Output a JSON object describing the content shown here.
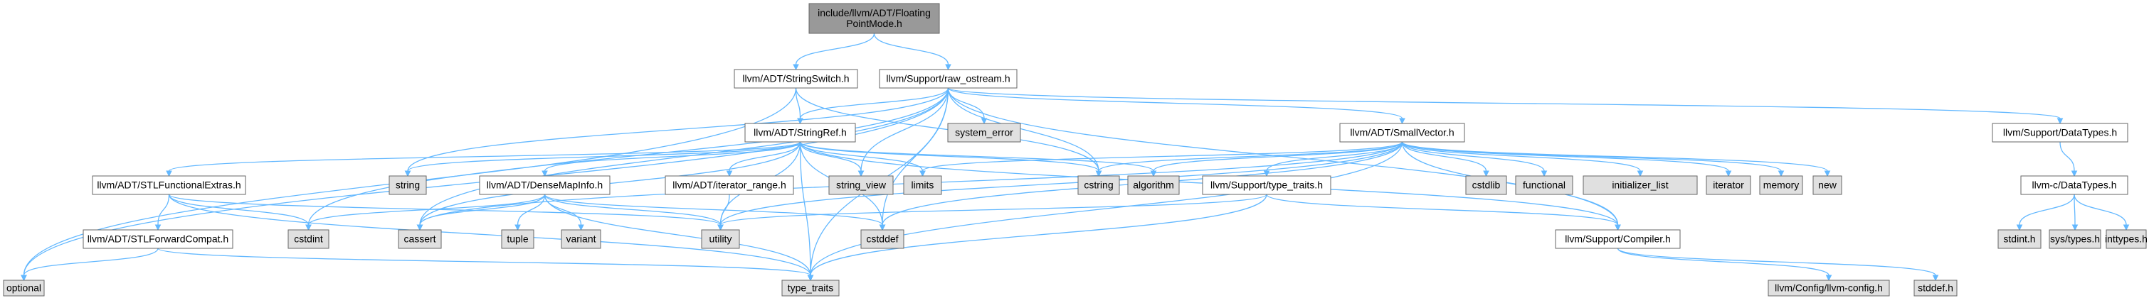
{
  "colors": {
    "root_fill": "#999999",
    "header_fill": "#ffffff",
    "system_fill": "#e0e0e0",
    "node_border": "#666666",
    "edge": "#63b8ff"
  },
  "nodes": [
    {
      "id": "root",
      "lines": [
        "include/llvm/ADT/Floating",
        "PointMode.h"
      ],
      "kind": "root"
    },
    {
      "id": "stringswitch",
      "lines": [
        "llvm/ADT/StringSwitch.h"
      ],
      "kind": "header"
    },
    {
      "id": "raw_ostream",
      "lines": [
        "llvm/Support/raw_ostream.h"
      ],
      "kind": "header"
    },
    {
      "id": "system_error",
      "lines": [
        "system_error"
      ],
      "kind": "system"
    },
    {
      "id": "stringref",
      "lines": [
        "llvm/ADT/StringRef.h"
      ],
      "kind": "header"
    },
    {
      "id": "smallvector",
      "lines": [
        "llvm/ADT/SmallVector.h"
      ],
      "kind": "header"
    },
    {
      "id": "datatypes",
      "lines": [
        "llvm/Support/DataTypes.h"
      ],
      "kind": "header"
    },
    {
      "id": "string",
      "lines": [
        "string"
      ],
      "kind": "system"
    },
    {
      "id": "string_view",
      "lines": [
        "string_view"
      ],
      "kind": "system"
    },
    {
      "id": "limits",
      "lines": [
        "limits"
      ],
      "kind": "system"
    },
    {
      "id": "cstring",
      "lines": [
        "cstring"
      ],
      "kind": "system"
    },
    {
      "id": "algorithm",
      "lines": [
        "algorithm"
      ],
      "kind": "system"
    },
    {
      "id": "cstdlib",
      "lines": [
        "cstdlib"
      ],
      "kind": "system"
    },
    {
      "id": "functional",
      "lines": [
        "functional"
      ],
      "kind": "system"
    },
    {
      "id": "initializer_list",
      "lines": [
        "initializer_list"
      ],
      "kind": "system"
    },
    {
      "id": "iterator",
      "lines": [
        "iterator"
      ],
      "kind": "system"
    },
    {
      "id": "memory",
      "lines": [
        "memory"
      ],
      "kind": "system"
    },
    {
      "id": "new",
      "lines": [
        "new"
      ],
      "kind": "system"
    },
    {
      "id": "stlfunctional",
      "lines": [
        "llvm/ADT/STLFunctionalExtras.h"
      ],
      "kind": "header"
    },
    {
      "id": "densemapinfo",
      "lines": [
        "llvm/ADT/DenseMapInfo.h"
      ],
      "kind": "header"
    },
    {
      "id": "iterator_range",
      "lines": [
        "llvm/ADT/iterator_range.h"
      ],
      "kind": "header"
    },
    {
      "id": "type_traits_h",
      "lines": [
        "llvm/Support/type_traits.h"
      ],
      "kind": "header"
    },
    {
      "id": "c_datatypes",
      "lines": [
        "llvm-c/DataTypes.h"
      ],
      "kind": "header"
    },
    {
      "id": "stlforward",
      "lines": [
        "llvm/ADT/STLForwardCompat.h"
      ],
      "kind": "header"
    },
    {
      "id": "cstdint",
      "lines": [
        "cstdint"
      ],
      "kind": "system"
    },
    {
      "id": "cassert",
      "lines": [
        "cassert"
      ],
      "kind": "system"
    },
    {
      "id": "tuple",
      "lines": [
        "tuple"
      ],
      "kind": "system"
    },
    {
      "id": "variant",
      "lines": [
        "variant"
      ],
      "kind": "system"
    },
    {
      "id": "utility",
      "lines": [
        "utility"
      ],
      "kind": "system"
    },
    {
      "id": "cstddef",
      "lines": [
        "cstddef"
      ],
      "kind": "system"
    },
    {
      "id": "compiler",
      "lines": [
        "llvm/Support/Compiler.h"
      ],
      "kind": "header"
    },
    {
      "id": "stdint_h",
      "lines": [
        "stdint.h"
      ],
      "kind": "system"
    },
    {
      "id": "sys_types",
      "lines": [
        "sys/types.h"
      ],
      "kind": "system"
    },
    {
      "id": "inttypes",
      "lines": [
        "inttypes.h"
      ],
      "kind": "system"
    },
    {
      "id": "optional",
      "lines": [
        "optional"
      ],
      "kind": "system"
    },
    {
      "id": "type_traits",
      "lines": [
        "type_traits"
      ],
      "kind": "system"
    },
    {
      "id": "llvm_config",
      "lines": [
        "llvm/Config/llvm-config.h"
      ],
      "kind": "system"
    },
    {
      "id": "stddef_h",
      "lines": [
        "stddef.h"
      ],
      "kind": "system"
    }
  ],
  "edges": [
    [
      "root",
      "stringswitch"
    ],
    [
      "root",
      "raw_ostream"
    ],
    [
      "stringswitch",
      "stringref"
    ],
    [
      "stringswitch",
      "cstring"
    ],
    [
      "stringswitch",
      "optional"
    ],
    [
      "raw_ostream",
      "stringref"
    ],
    [
      "raw_ostream",
      "smallvector"
    ],
    [
      "raw_ostream",
      "datatypes"
    ],
    [
      "raw_ostream",
      "system_error"
    ],
    [
      "raw_ostream",
      "string"
    ],
    [
      "raw_ostream",
      "string_view"
    ],
    [
      "raw_ostream",
      "cstring"
    ],
    [
      "raw_ostream",
      "cassert"
    ],
    [
      "raw_ostream",
      "cstddef"
    ],
    [
      "raw_ostream",
      "cstdint"
    ],
    [
      "raw_ostream",
      "optional"
    ],
    [
      "raw_ostream",
      "type_traits"
    ],
    [
      "raw_ostream",
      "compiler"
    ],
    [
      "stringref",
      "stlfunctional"
    ],
    [
      "stringref",
      "densemapinfo"
    ],
    [
      "stringref",
      "iterator_range"
    ],
    [
      "stringref",
      "compiler"
    ],
    [
      "stringref",
      "string"
    ],
    [
      "stringref",
      "string_view"
    ],
    [
      "stringref",
      "limits"
    ],
    [
      "stringref",
      "cstring"
    ],
    [
      "stringref",
      "algorithm"
    ],
    [
      "stringref",
      "cassert"
    ],
    [
      "stringref",
      "cstddef"
    ],
    [
      "stringref",
      "type_traits"
    ],
    [
      "stringref",
      "utility"
    ],
    [
      "smallvector",
      "compiler"
    ],
    [
      "smallvector",
      "type_traits_h"
    ],
    [
      "smallvector",
      "algorithm"
    ],
    [
      "smallvector",
      "cassert"
    ],
    [
      "smallvector",
      "cstddef"
    ],
    [
      "smallvector",
      "cstdlib"
    ],
    [
      "smallvector",
      "cstring"
    ],
    [
      "smallvector",
      "functional"
    ],
    [
      "smallvector",
      "initializer_list"
    ],
    [
      "smallvector",
      "iterator"
    ],
    [
      "smallvector",
      "limits"
    ],
    [
      "smallvector",
      "memory"
    ],
    [
      "smallvector",
      "new"
    ],
    [
      "smallvector",
      "type_traits"
    ],
    [
      "smallvector",
      "utility"
    ],
    [
      "datatypes",
      "c_datatypes"
    ],
    [
      "c_datatypes",
      "stdint_h"
    ],
    [
      "c_datatypes",
      "sys_types"
    ],
    [
      "c_datatypes",
      "inttypes"
    ],
    [
      "stlfunctional",
      "stlforward"
    ],
    [
      "stlfunctional",
      "cstdint"
    ],
    [
      "stlfunctional",
      "type_traits"
    ],
    [
      "stlfunctional",
      "utility"
    ],
    [
      "stlforward",
      "optional"
    ],
    [
      "stlforward",
      "type_traits"
    ],
    [
      "densemapinfo",
      "cassert"
    ],
    [
      "densemapinfo",
      "cstddef"
    ],
    [
      "densemapinfo",
      "cstdint"
    ],
    [
      "densemapinfo",
      "tuple"
    ],
    [
      "densemapinfo",
      "type_traits"
    ],
    [
      "densemapinfo",
      "utility"
    ],
    [
      "densemapinfo",
      "variant"
    ],
    [
      "iterator_range",
      "utility"
    ],
    [
      "type_traits_h",
      "compiler"
    ],
    [
      "type_traits_h",
      "type_traits"
    ],
    [
      "type_traits_h",
      "utility"
    ],
    [
      "compiler",
      "llvm_config"
    ],
    [
      "compiler",
      "stddef_h"
    ]
  ]
}
